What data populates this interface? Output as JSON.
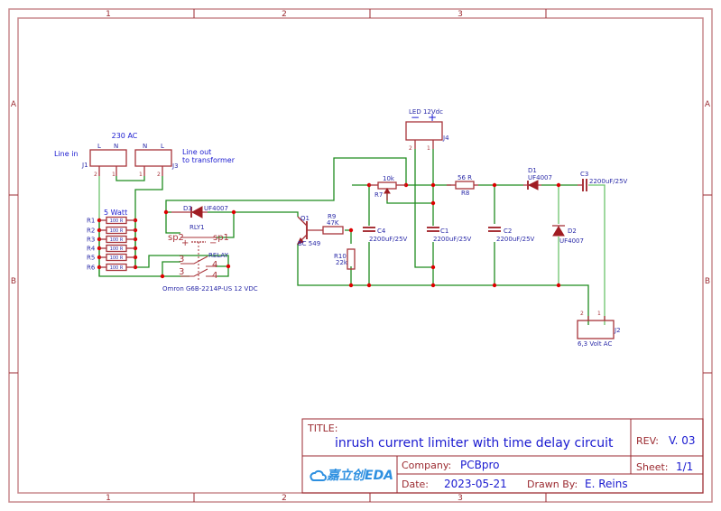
{
  "sheet": {
    "columns": [
      "1",
      "2",
      "3"
    ],
    "rows": [
      "A",
      "B"
    ]
  },
  "title_block": {
    "title_key": "TITLE:",
    "title": "inrush current limiter with time delay circuit",
    "rev_key": "REV:",
    "rev": "V. 03",
    "company_key": "Company:",
    "company": "PCBpro",
    "sheet_key": "Sheet:",
    "sheet": "1/1",
    "date_key": "Date:",
    "date": "2023-05-21",
    "drawn_key": "Drawn By:",
    "drawn": "E. Reins",
    "logo": "嘉立创EDA"
  },
  "components": {
    "power_label": "230 AC",
    "j1": {
      "ref": "J1",
      "pin_l": "L",
      "pin_n": "N",
      "pin1": "1",
      "pin2": "2",
      "desc": "Line in"
    },
    "j3": {
      "ref": "J3",
      "pin_l": "L",
      "pin_n": "N",
      "pin1": "1",
      "pin2": "2",
      "desc_line1": "Line out",
      "desc_line2": "to transformer"
    },
    "resistor_bank": {
      "title": "5 Watt",
      "items": [
        {
          "ref": "R1",
          "value": "100 R"
        },
        {
          "ref": "R2",
          "value": "100 R"
        },
        {
          "ref": "R3",
          "value": "100 R"
        },
        {
          "ref": "R4",
          "value": "100 R"
        },
        {
          "ref": "R5",
          "value": "100 R"
        },
        {
          "ref": "R6",
          "value": "100 R"
        }
      ]
    },
    "d3": {
      "ref": "D3",
      "value": "UF4007"
    },
    "rly1": {
      "ref": "RLY1",
      "sp2": "sp2",
      "sp1": "sp1",
      "plus": "+",
      "minus": "−",
      "label": "RELAY",
      "pin3a": "3",
      "pin4a": "4",
      "pin3b": "3",
      "pin4b": "4",
      "part": "Omron G6B-2214P-US 12 VDC"
    },
    "q1": {
      "ref": "Q1",
      "value": "BC 549"
    },
    "r9": {
      "ref": "R9",
      "value": "47K"
    },
    "r10": {
      "ref": "R10",
      "value": "22k"
    },
    "r7": {
      "ref": "R7",
      "value": "10k"
    },
    "c4": {
      "ref": "C4",
      "value": "2200uF/25V"
    },
    "c1": {
      "ref": "C1",
      "value": "2200uF/25V"
    },
    "j4": {
      "ref": "J4",
      "desc": "LED 12Vdc",
      "minus": "−",
      "plus": "+",
      "pin1": "1",
      "pin2": "2"
    },
    "r8": {
      "ref": "R8",
      "value": "56 R"
    },
    "c2": {
      "ref": "C2",
      "value": "2200uF/25V"
    },
    "d1": {
      "ref": "D1",
      "value": "UF4007"
    },
    "d2": {
      "ref": "D2",
      "value": "UF4007"
    },
    "c3": {
      "ref": "C3",
      "value": "2200uF/25V"
    },
    "j2": {
      "ref": "J2",
      "desc": "6,3 Volt AC",
      "pin1": "1",
      "pin2": "2"
    }
  }
}
